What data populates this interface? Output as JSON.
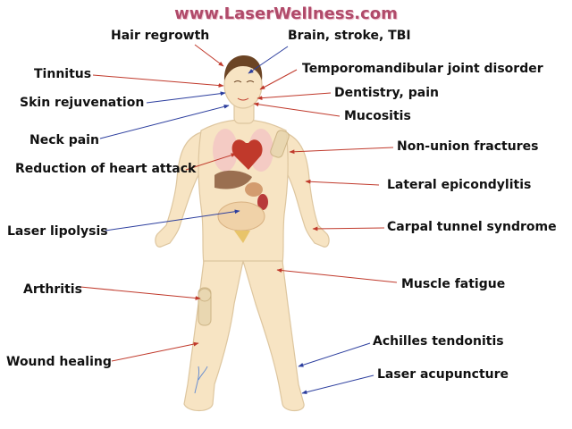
{
  "site_url": "www.LaserWellness.com",
  "colors": {
    "arrow_red": "#c0392b",
    "arrow_blue": "#2c3e9e",
    "title": "#b04a6a",
    "skin": "#f7e3c0",
    "hair": "#6b4424"
  },
  "labels": {
    "hair_regrowth": "Hair regrowth",
    "brain": "Brain, stroke, TBI",
    "tinnitus": "Tinnitus",
    "tmj": "Temporomandibular joint disorder",
    "skin_rejuvenation": "Skin rejuvenation",
    "dentistry": "Dentistry, pain",
    "mucositis": "Mucositis",
    "neck_pain": "Neck pain",
    "non_union": "Non-union fractures",
    "heart_attack": "Reduction of heart attack",
    "lateral_epicondylitis": "Lateral epicondylitis",
    "laser_lipolysis": "Laser lipolysis",
    "carpal_tunnel": "Carpal tunnel syndrome",
    "arthritis": "Arthritis",
    "muscle_fatigue": "Muscle fatigue",
    "achilles": "Achilles tendonitis",
    "wound_healing": "Wound healing",
    "acupuncture": "Laser acupuncture"
  }
}
